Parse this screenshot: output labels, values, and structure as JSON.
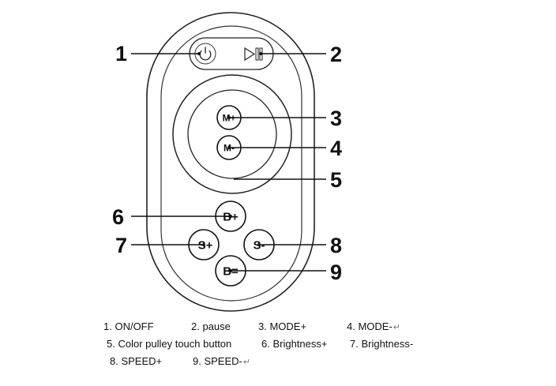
{
  "callouts": [
    "1",
    "2",
    "3",
    "4",
    "5",
    "6",
    "7",
    "8",
    "9"
  ],
  "buttons": {
    "mode_plus": "M+",
    "mode_minus": "M-",
    "bright_plus": "B+",
    "bright_minus": "B=",
    "speed_plus": "S+",
    "speed_minus": "S-"
  },
  "legend": {
    "on_off": "1. ON/OFF",
    "pause": "2. pause",
    "mode_plus": "3. MODE+",
    "mode_minus": "4. MODE-",
    "color_pulley": "5. Color pulley touch button",
    "brightness_plus": "6. Brightness+",
    "brightness_minus": "7. Brightness-",
    "speed_plus": "8. SPEED+",
    "speed_minus": "9. SPEED-",
    "return_mark": "↵"
  },
  "icons": [
    "power-icon",
    "play-pause-icon",
    "return-mark-icon"
  ]
}
